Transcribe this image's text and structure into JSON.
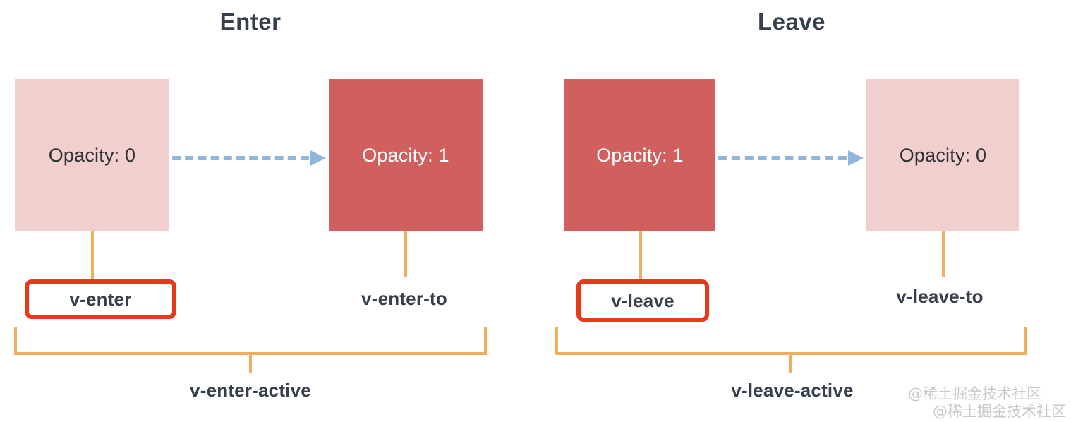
{
  "diagram": {
    "title_left": "Enter",
    "title_right": "Leave",
    "sections": [
      {
        "title": "Enter",
        "from_box": {
          "label": "Opacity: 0",
          "fill": "#f2cfcf",
          "text_color": "#2f2f33"
        },
        "to_box": {
          "label": "Opacity: 1",
          "fill": "#d05f5d",
          "text_color": "#ffffff"
        },
        "from_class": "v-enter",
        "to_class": "v-enter-to",
        "active_class": "v-enter-active",
        "highlighted": "v-enter"
      },
      {
        "title": "Leave",
        "from_box": {
          "label": "Opacity: 1",
          "fill": "#d05f5d",
          "text_color": "#ffffff"
        },
        "to_box": {
          "label": "Opacity: 0",
          "fill": "#f2cfcf",
          "text_color": "#2f2f33"
        },
        "from_class": "v-leave",
        "to_class": "v-leave-to",
        "active_class": "v-leave-active",
        "highlighted": "v-leave"
      }
    ]
  },
  "colors": {
    "pale_red": "#f2cfcf",
    "solid_red": "#d05f5d",
    "arrow_blue": "#8fb6dd",
    "connector_orange": "#edad62",
    "highlight_red": "#e8391a",
    "text_dark": "#36404d",
    "background": "#ffffff",
    "watermark_gray": "#c9c9c9"
  },
  "watermark": {
    "line1": "@稀土掘金技术社区",
    "line2": "@稀土掘金技术社区"
  }
}
